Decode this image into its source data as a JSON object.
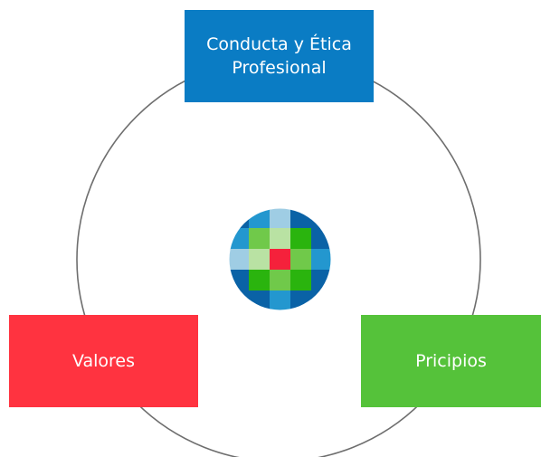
{
  "diagram": {
    "nodes": [
      {
        "id": "top",
        "lines": [
          "Conducta y Ética",
          "Profesional"
        ],
        "color": "#0a7cc4"
      },
      {
        "id": "left",
        "lines": [
          "Valores"
        ],
        "color": "#ff3340"
      },
      {
        "id": "right",
        "lines": [
          "Pricipios"
        ],
        "color": "#55c23a"
      }
    ],
    "ring_color": "#6e6e6e",
    "logo": {
      "icon": "checkered-circle-logo",
      "colors": {
        "dark_blue": "#0a62a6",
        "mid_blue": "#2397cf",
        "light_blue": "#9fcde4",
        "light_green": "#b9e2a3",
        "mid_green": "#70c94a",
        "dark_green": "#2ab40e",
        "center_red": "#f5213b"
      }
    }
  }
}
